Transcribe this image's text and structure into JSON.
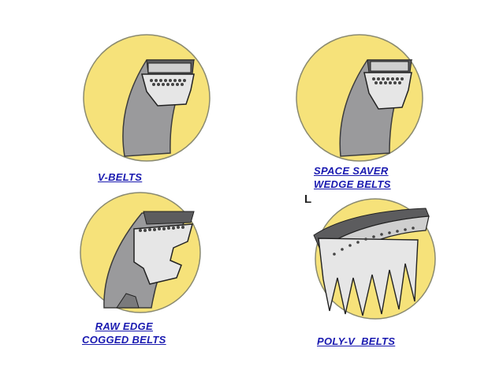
{
  "belts": [
    {
      "id": "v-belts",
      "lines": [
        "V-BELTS"
      ]
    },
    {
      "id": "space-saver",
      "lines": [
        "SPACE SAVER",
        "WEDGE BELTS"
      ]
    },
    {
      "id": "raw-edge",
      "lines": [
        "RAW EDGE",
        "COGGED BELTS"
      ]
    },
    {
      "id": "poly-v",
      "lines": [
        "POLY-V  BELTS"
      ]
    }
  ],
  "corner_mark": "L",
  "colors": {
    "circle": "#f6e27a",
    "circle_edge": "#8a8a70",
    "belt_body": "#9a9a9c",
    "belt_dark": "#5c5c5e",
    "belt_light": "#e6e6e6",
    "caption": "#1a1ab0"
  }
}
